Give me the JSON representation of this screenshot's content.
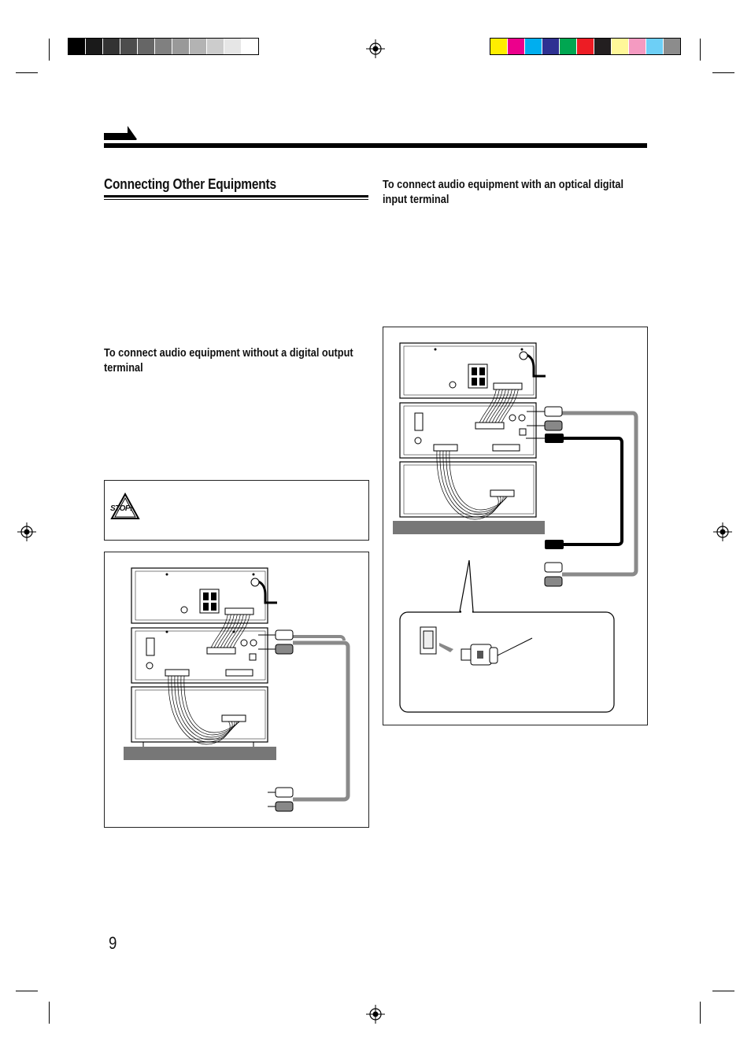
{
  "page": {
    "section_title": "Connecting Other Equipments",
    "sub_no_digital": "To connect audio equipment without a digital output terminal",
    "sub_optical": "To connect audio equipment with an optical digital input terminal",
    "stop_label": "STOP!",
    "page_number": "9"
  },
  "colors": {
    "gray_bars": [
      "#000000",
      "#1a1a1a",
      "#333333",
      "#4d4d4d",
      "#666666",
      "#808080",
      "#999999",
      "#b3b3b3",
      "#cccccc",
      "#e6e6e6",
      "#ffffff"
    ],
    "color_bars": [
      "#ffee00",
      "#ec008c",
      "#00aeef",
      "#2e3192",
      "#00a651",
      "#ed1c24",
      "#231f20",
      "#fff799",
      "#f49ac1",
      "#6dcff6",
      "#8c8c8c"
    ],
    "cable_gray": "#8a8a8a",
    "platform_gray": "#777777"
  },
  "icons": [
    "registration-mark-icon",
    "warning-triangle-icon",
    "optical-plug-icon",
    "rca-plug-icon"
  ]
}
